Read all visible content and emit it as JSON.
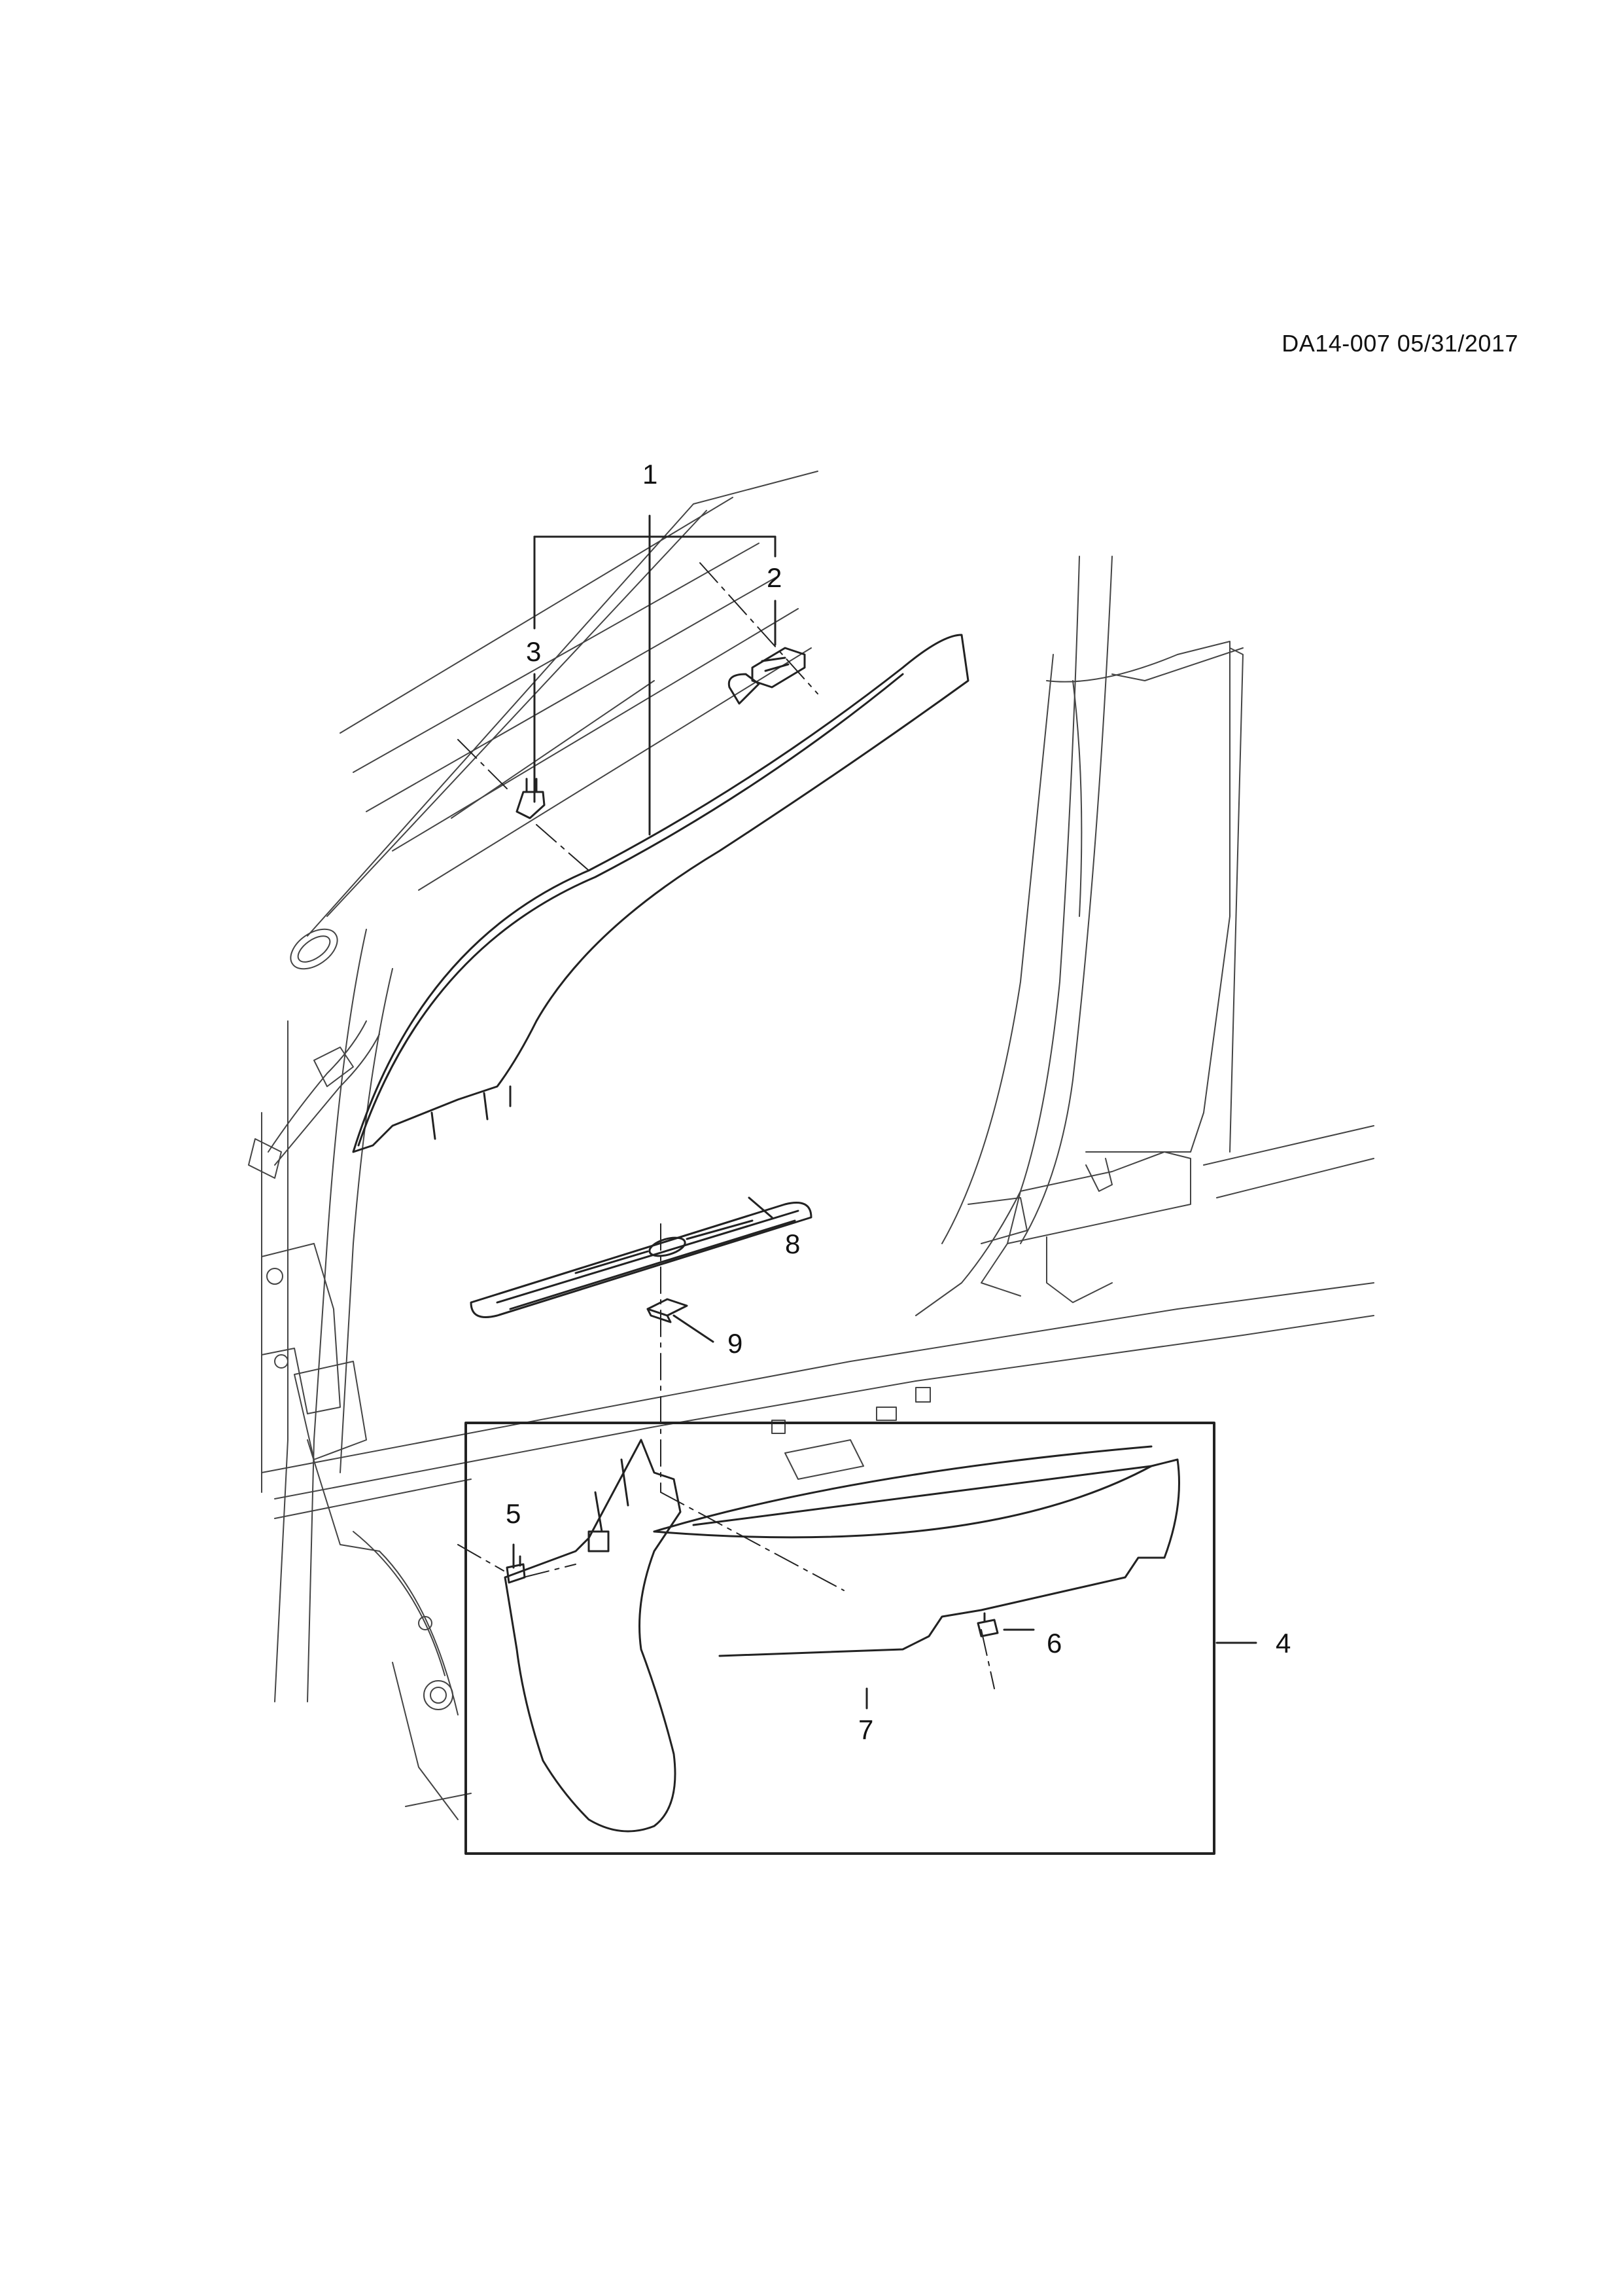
{
  "document": {
    "reference": "DA14-007 05/31/2017"
  },
  "callouts": {
    "c1": "1",
    "c2": "2",
    "c3": "3",
    "c4": "4",
    "c5": "5",
    "c6": "6",
    "c7": "7",
    "c8": "8",
    "c9": "9"
  },
  "colors": {
    "line": "#222222",
    "background": "#ffffff",
    "faint": "#888888"
  }
}
